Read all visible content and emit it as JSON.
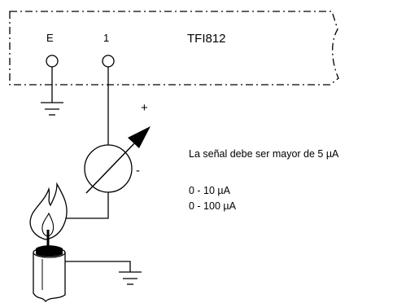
{
  "module": {
    "name": "TFI812",
    "terminals": [
      "E",
      "1"
    ]
  },
  "meter": {
    "polarity_positive": "+",
    "polarity_negative": "-"
  },
  "notes": {
    "signal": "La señal debe ser mayor de 5 µA",
    "ranges": [
      "0 - 10 µA",
      "0 - 100 µA"
    ]
  }
}
